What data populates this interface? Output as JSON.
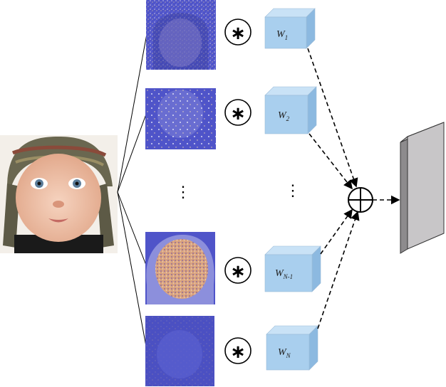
{
  "kernels": [
    {
      "base": "W",
      "sub": "1"
    },
    {
      "base": "W",
      "sub": "2"
    },
    {
      "base": "W",
      "sub": "N-1"
    },
    {
      "base": "W",
      "sub": "N"
    }
  ],
  "operator_symbol": "∗",
  "sum_symbol": "⊕",
  "ellipsis": "⋮",
  "colors": {
    "cube_front": "#a9cfee",
    "cube_top": "#c9e2f6",
    "cube_side": "#8cb9e0",
    "feature_map": "#4f54c9",
    "output_front": "#c8c6c8",
    "output_side": "#8d8b8d"
  },
  "icons": {
    "input": "baby-face-photo",
    "feature_maps": "decomposed-face-feature-map",
    "output": "output-feature-map-slab"
  }
}
